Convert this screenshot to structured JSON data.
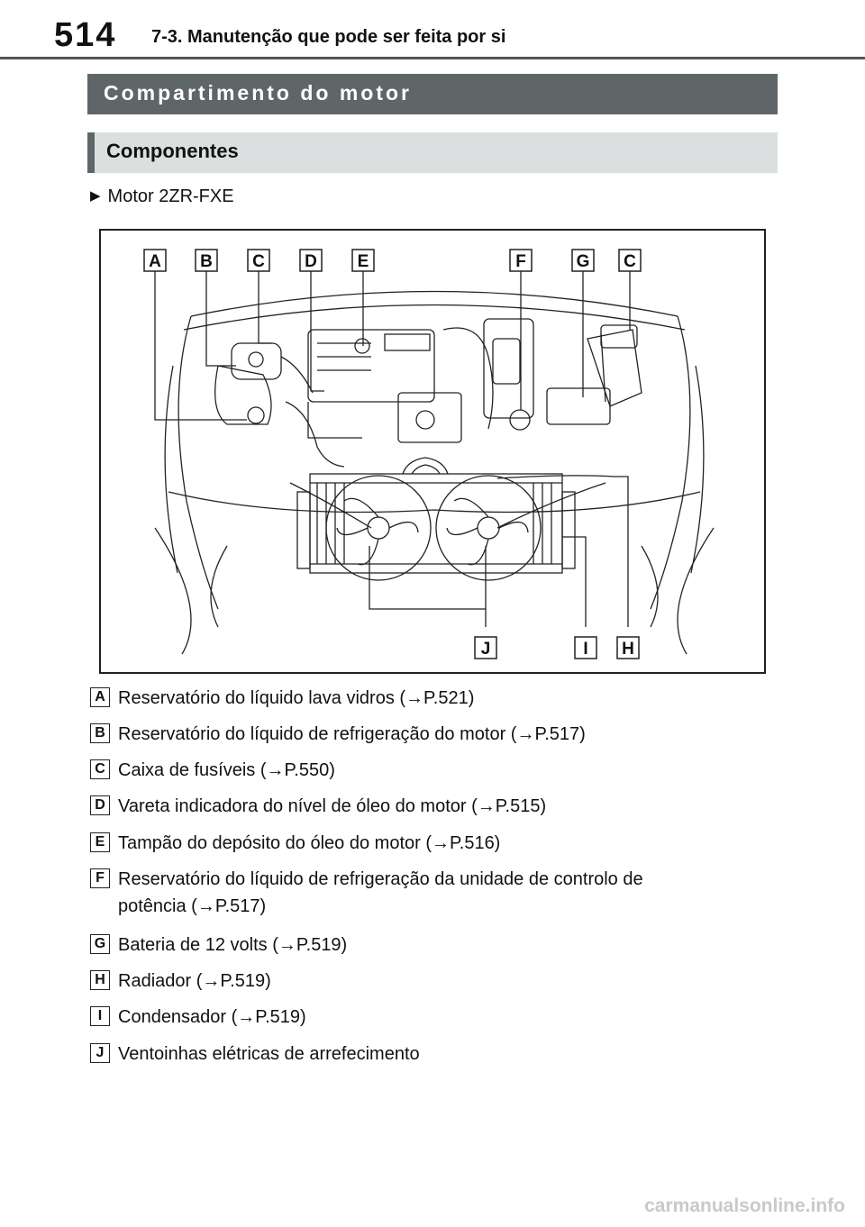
{
  "header": {
    "page_number": "514",
    "chapter_title": "7-3. Manutenção que pode ser feita por si"
  },
  "section": {
    "title": "Compartimento do motor",
    "subtitle": "Componentes"
  },
  "engine": {
    "arrow": "▶",
    "label": "Motor 2ZR-FXE"
  },
  "figure": {
    "callouts_top": [
      "A",
      "B",
      "C",
      "D",
      "E",
      "F",
      "G",
      "C"
    ],
    "callouts_bottom": [
      "J",
      "I",
      "H"
    ]
  },
  "legend": [
    {
      "key": "A",
      "text": "Reservatório do líquido lava vidros (→P.521)"
    },
    {
      "key": "B",
      "text": "Reservatório do líquido de refrigeração do motor (→P.517)"
    },
    {
      "key": "C",
      "text": "Caixa de fusíveis (→P.550)"
    },
    {
      "key": "D",
      "text": "Vareta indicadora do nível de óleo do motor (→P.515)"
    },
    {
      "key": "E",
      "text": "Tampão do depósito do óleo do motor (→P.516)"
    },
    {
      "key": "F",
      "text": "Reservatório do líquido de refrigeração da unidade de controlo de",
      "text2": "potência (→P.517)"
    },
    {
      "key": "G",
      "text": "Bateria de 12 volts (→P.519)"
    },
    {
      "key": "H",
      "text": "Radiador (→P.519)"
    },
    {
      "key": "I",
      "text": "Condensador (→P.519)"
    },
    {
      "key": "J",
      "text": "Ventoinhas elétricas de arrefecimento"
    }
  ],
  "footer": {
    "watermark": "carmanualsonline.info"
  }
}
